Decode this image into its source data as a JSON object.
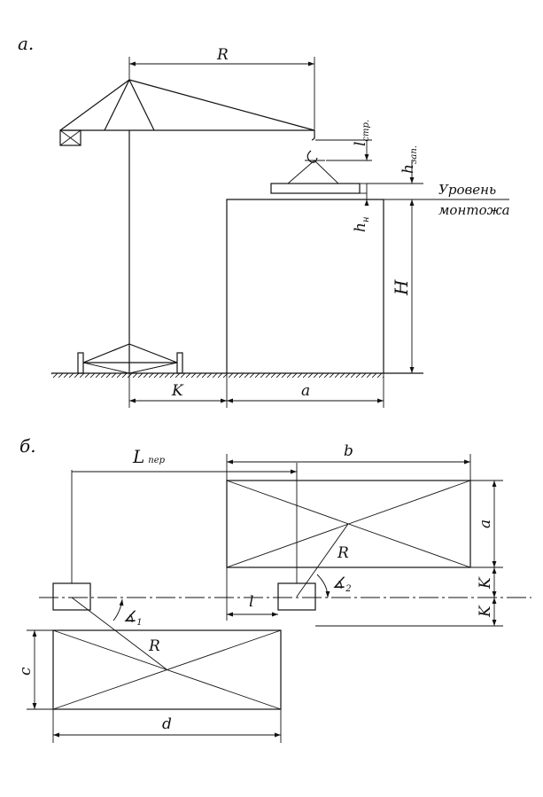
{
  "part_a": {
    "caption": "а.",
    "label_R": "R",
    "label_l": "l",
    "label_l_sub": "стр.",
    "label_h_zap": "h",
    "label_h_zap_sub": "зап.",
    "label_hn": "h",
    "label_hn_sub": "н",
    "label_H": "H",
    "label_K": "K",
    "label_a": "a",
    "level_line1": "Уровень",
    "level_line2": "монтожа"
  },
  "part_b": {
    "caption": "б.",
    "label_L": "L",
    "label_L_sub": "пер",
    "label_b": "b",
    "label_a": "a",
    "label_R_top": "R",
    "label_R_bottom": "R",
    "label_alpha2": "∡",
    "label_alpha2_sub": "2",
    "label_alpha1": "∡",
    "label_alpha1_sub": "1",
    "label_l": "l",
    "label_K1": "K",
    "label_K2": "K",
    "label_c": "c",
    "label_d": "d"
  }
}
